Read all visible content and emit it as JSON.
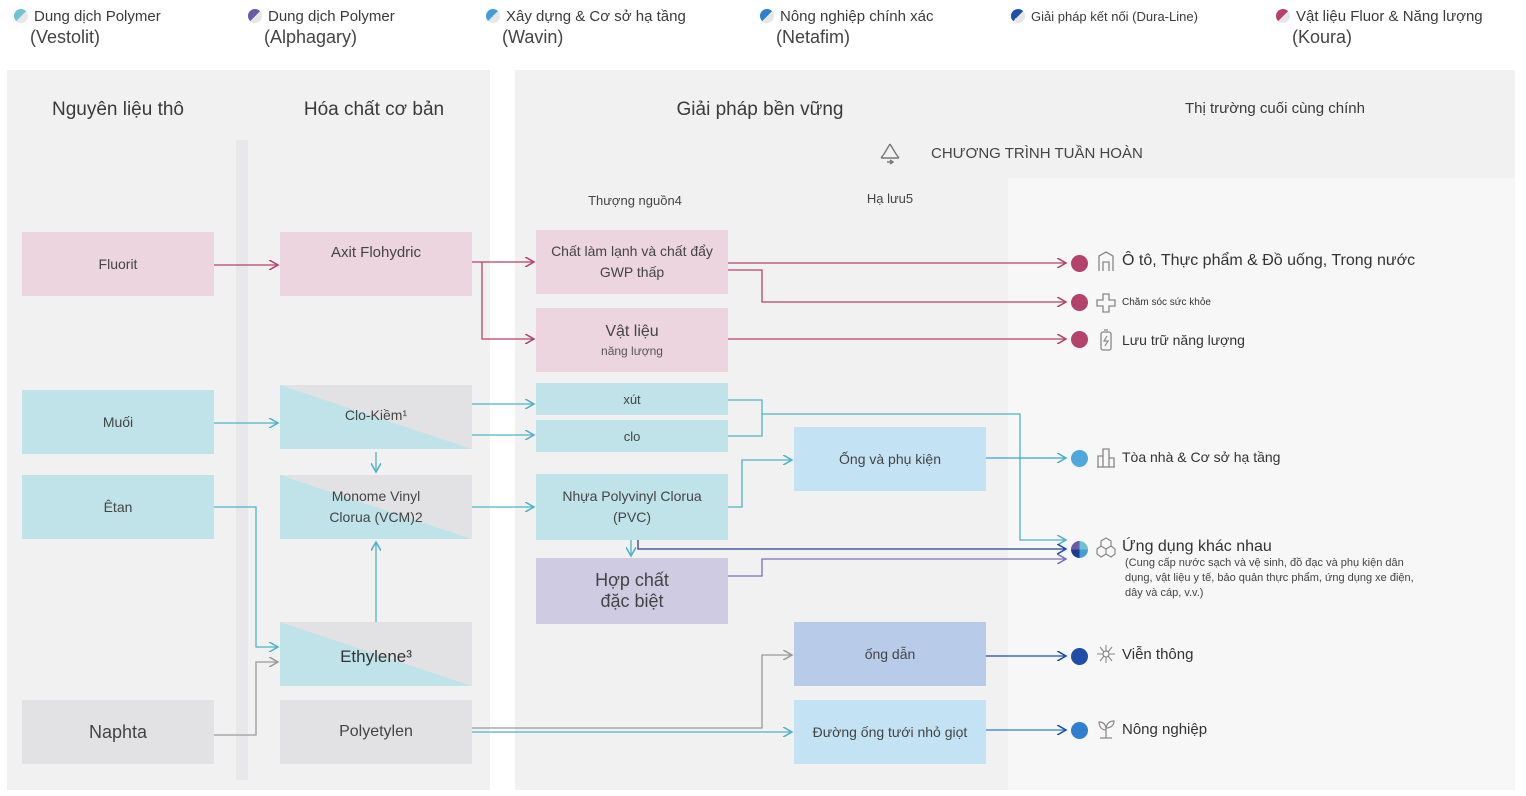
{
  "legend": [
    {
      "line1": "Dung dịch Polymer",
      "line2": "(Vestolit)",
      "color": "#6fc3cf"
    },
    {
      "line1": "Dung dịch Polymer",
      "line2": "(Alphagary)",
      "color": "#6a5aa8"
    },
    {
      "line1": "Xây dựng & Cơ sở hạ tầng",
      "line2": "(Wavin)",
      "color": "#3f9fd6"
    },
    {
      "line1": "Nông nghiệp chính xác",
      "line2": "(Netafim)",
      "color": "#2f7fd0"
    },
    {
      "line1": "Giải pháp kết nối (Dura-Line)",
      "line2": "",
      "color": "#1f4ea8"
    },
    {
      "line1": "Vật liệu Fluor & Năng lượng",
      "line2": "(Koura)",
      "color": "#b5426b"
    }
  ],
  "columns": {
    "raw": "Nguyên liệu thô",
    "basic": "Hóa chất cơ bản",
    "sustainable": "Giải pháp bền vững",
    "markets": "Thị trường cuối cùng chính"
  },
  "circular": "CHƯƠNG TRÌNH TUẦN HOÀN",
  "upstream": "Thượng nguồn4",
  "downstream": "Hạ lưu5",
  "raw": {
    "fluorit": "Fluorit",
    "muoi": "Muối",
    "etan": "Êtan",
    "naphta": "Naphta"
  },
  "basic": {
    "hf": "Axit Flohydric",
    "chlor": "Clo-Kiềm¹",
    "vcm_line1": "Monome Vinyl",
    "vcm_line2": "Clorua (VCM)2",
    "ethylene": "Ethylene³",
    "pe": "Polyetylen"
  },
  "upstream_items": {
    "refrig_line1": "Chất làm lạnh và chất đẩy",
    "refrig_line2": "GWP thấp",
    "mat": "Vật liệu",
    "mat_sub": "năng lượng",
    "xut": "xút",
    "clo": "clo",
    "pvc_line1": "Nhựa Polyvinyl Clorua",
    "pvc_line2": "(PVC)",
    "spec_line1": "Hợp chất",
    "spec_line2": "đặc biệt"
  },
  "downstream_items": {
    "pipes": "Ống và phụ kiện",
    "conduit": "ống dẫn",
    "drip": "Đường ống tưới nhỏ giọt"
  },
  "markets": {
    "auto": "Ô tô, Thực phẩm & Đồ uống, Trong nước",
    "health": "Chăm sóc sức khỏe",
    "energy": "Lưu trữ năng lượng",
    "building": "Tòa nhà & Cơ sở hạ tầng",
    "various": "Ứng dụng khác nhau",
    "various_note": "(Cung cấp nước sạch và vệ sinh, đồ đạc và phụ kiện dân dụng, vật liệu y tế, bảo quản thực phẩm, ứng dụng xe điện, dây và cáp, v.v.)",
    "telecom": "Viễn thông",
    "agri": "Nông nghiệp"
  },
  "colors": {
    "koura": "#b5426b",
    "wavin": "#3f9fd6",
    "netafim": "#2f7fd0",
    "duraline": "#1f4ea8",
    "teal_line": "#4fb3c5",
    "pink_line": "#b5426b",
    "grey_line": "#9a9a9a"
  }
}
